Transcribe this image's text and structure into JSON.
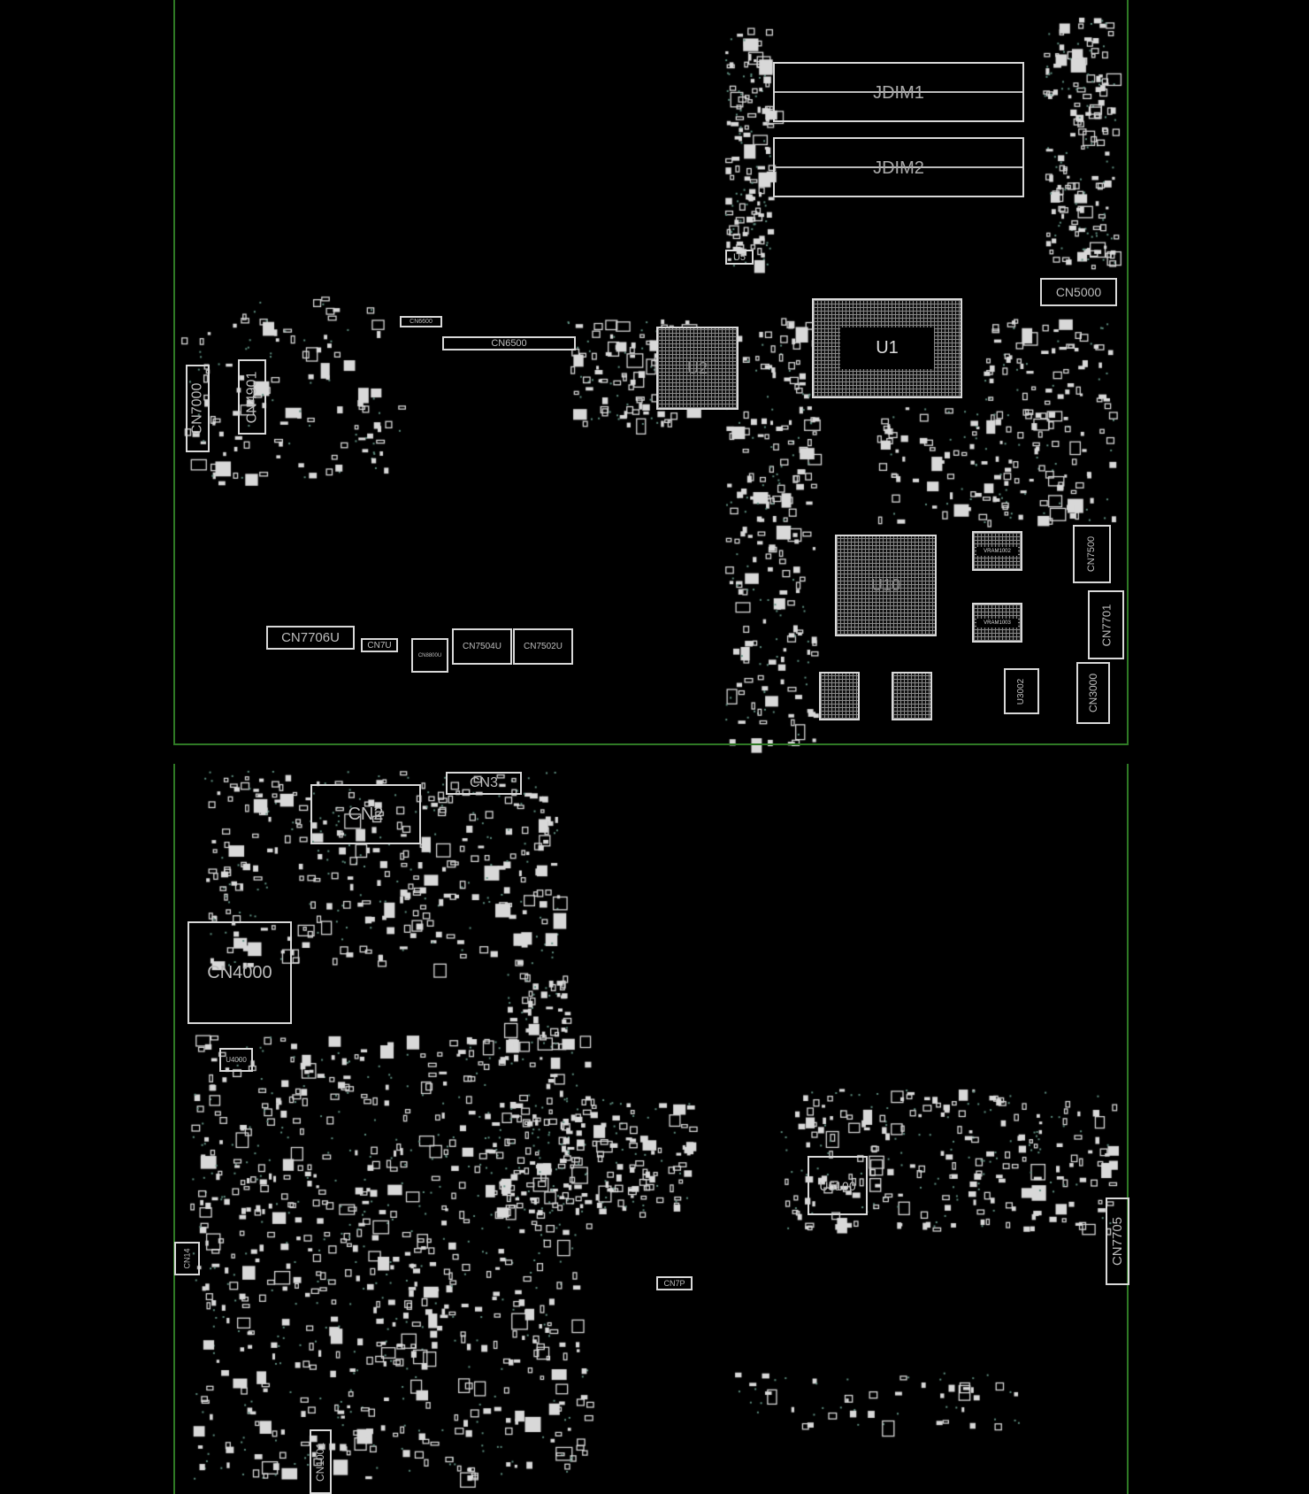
{
  "board": {
    "top_components": [
      {
        "id": "jdim1",
        "label": "JDIM1"
      },
      {
        "id": "jdim2",
        "label": "JDIM2"
      },
      {
        "id": "u5",
        "label": "U5"
      },
      {
        "id": "cn5000",
        "label": "CN5000"
      },
      {
        "id": "u1",
        "label": "U1"
      },
      {
        "id": "u2",
        "label": "U2"
      },
      {
        "id": "cn6500",
        "label": "CN6500"
      },
      {
        "id": "cn6600",
        "label": "CN6600"
      },
      {
        "id": "cn7000",
        "label": "CN7000"
      },
      {
        "id": "cn4901",
        "label": "CN4901"
      },
      {
        "id": "u10",
        "label": "U10"
      },
      {
        "id": "vram1002",
        "label": "VRAM1002"
      },
      {
        "id": "vram1003",
        "label": "VRAM1003"
      },
      {
        "id": "cn7500",
        "label": "CN7500"
      },
      {
        "id": "cn7701",
        "label": "CN7701"
      },
      {
        "id": "cn3000",
        "label": "CN3000"
      },
      {
        "id": "u3002",
        "label": "U3002"
      },
      {
        "id": "cn7706u",
        "label": "CN7706U"
      },
      {
        "id": "cn7u",
        "label": "CN7U"
      },
      {
        "id": "cn8800u",
        "label": "CN8800U"
      },
      {
        "id": "cn7504u",
        "label": "CN7504U"
      },
      {
        "id": "cn7502u",
        "label": "CN7502U"
      }
    ],
    "bottom_components": [
      {
        "id": "cn2",
        "label": "CN2"
      },
      {
        "id": "cn3",
        "label": "CN3"
      },
      {
        "id": "cn4000",
        "label": "CN4000"
      },
      {
        "id": "u4000",
        "label": "U4000"
      },
      {
        "id": "u5100",
        "label": "U5100"
      },
      {
        "id": "cn7705",
        "label": "CN7705"
      },
      {
        "id": "cn7p",
        "label": "CN7P"
      },
      {
        "id": "cn1001",
        "label": "CN1001"
      },
      {
        "id": "cn14",
        "label": "CN14"
      }
    ],
    "colors": {
      "outline": "#2f7a25",
      "pad": "#d8d8d8",
      "background": "#000000",
      "via": "#5f8f80"
    }
  }
}
